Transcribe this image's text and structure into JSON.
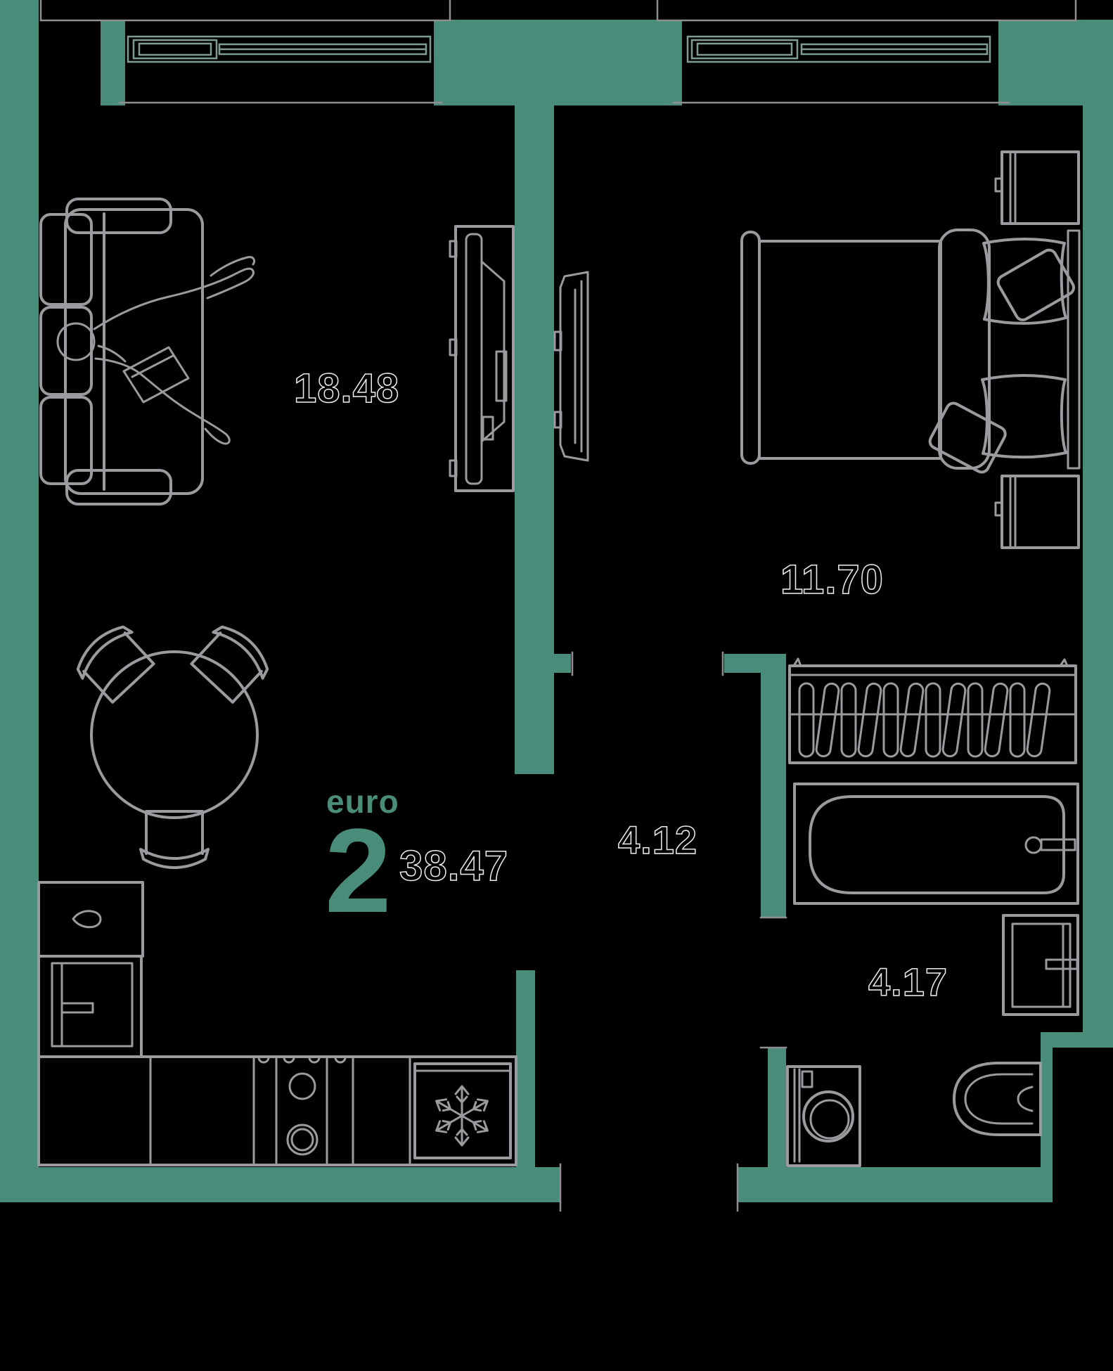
{
  "plan": {
    "type_label": "euro",
    "rooms_count": "2",
    "total_area": "38.47",
    "rooms": [
      {
        "name": "living-room-kitchen",
        "area_label": "18.48"
      },
      {
        "name": "bedroom",
        "area_label": "11.70"
      },
      {
        "name": "hallway",
        "area_label": "4.12"
      },
      {
        "name": "bathroom",
        "area_label": "4.17"
      }
    ]
  },
  "colors": {
    "wall": "#4a8c7a",
    "accent": "#4a8c7a",
    "furniture_line": "#9b9b9f",
    "window_line": "#7f9c92",
    "slab_line": "#8f8f93",
    "label_outline": "#ededef",
    "background": "#000000"
  }
}
